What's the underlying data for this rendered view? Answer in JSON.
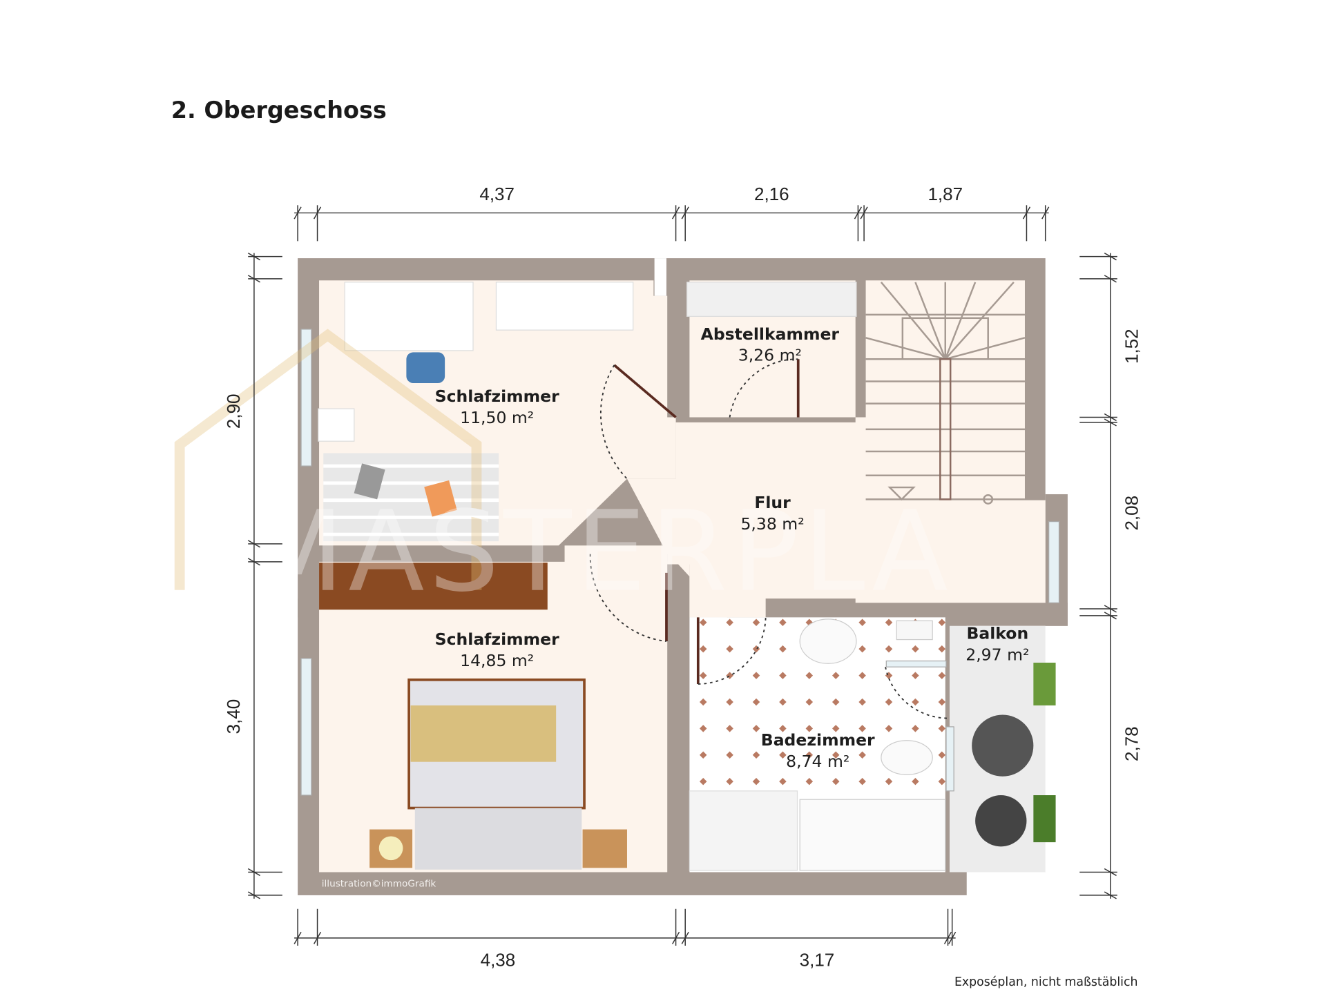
{
  "title": "2. Obergeschoss",
  "footnote": "Exposéplan, nicht maßstäblich",
  "credit": "illustration©immoGrafik",
  "watermark": "MASTERPLAN IMMOBILIEN",
  "colors": {
    "wall": "#a69a92",
    "floor": "#fdf4ec",
    "balcony": "#eeeeee",
    "wood": "#8a4a22",
    "tile_accent": "#b97a62"
  },
  "dimensions": {
    "top": [
      "4,37",
      "2,16",
      "1,87"
    ],
    "bottom": [
      "4,38",
      "3,17"
    ],
    "left": [
      "2,90",
      "3,40"
    ],
    "right": [
      "1,52",
      "2,08",
      "2,78"
    ]
  },
  "rooms": [
    {
      "name": "Schlafzimmer",
      "area": "11,50 m²"
    },
    {
      "name": "Abstellkammer",
      "area": "3,26 m²"
    },
    {
      "name": "Flur",
      "area": "5,38 m²"
    },
    {
      "name": "Schlafzimmer",
      "area": "14,85 m²"
    },
    {
      "name": "Badezimmer",
      "area": "8,74 m²"
    },
    {
      "name": "Balkon",
      "area": "2,97 m²"
    }
  ]
}
